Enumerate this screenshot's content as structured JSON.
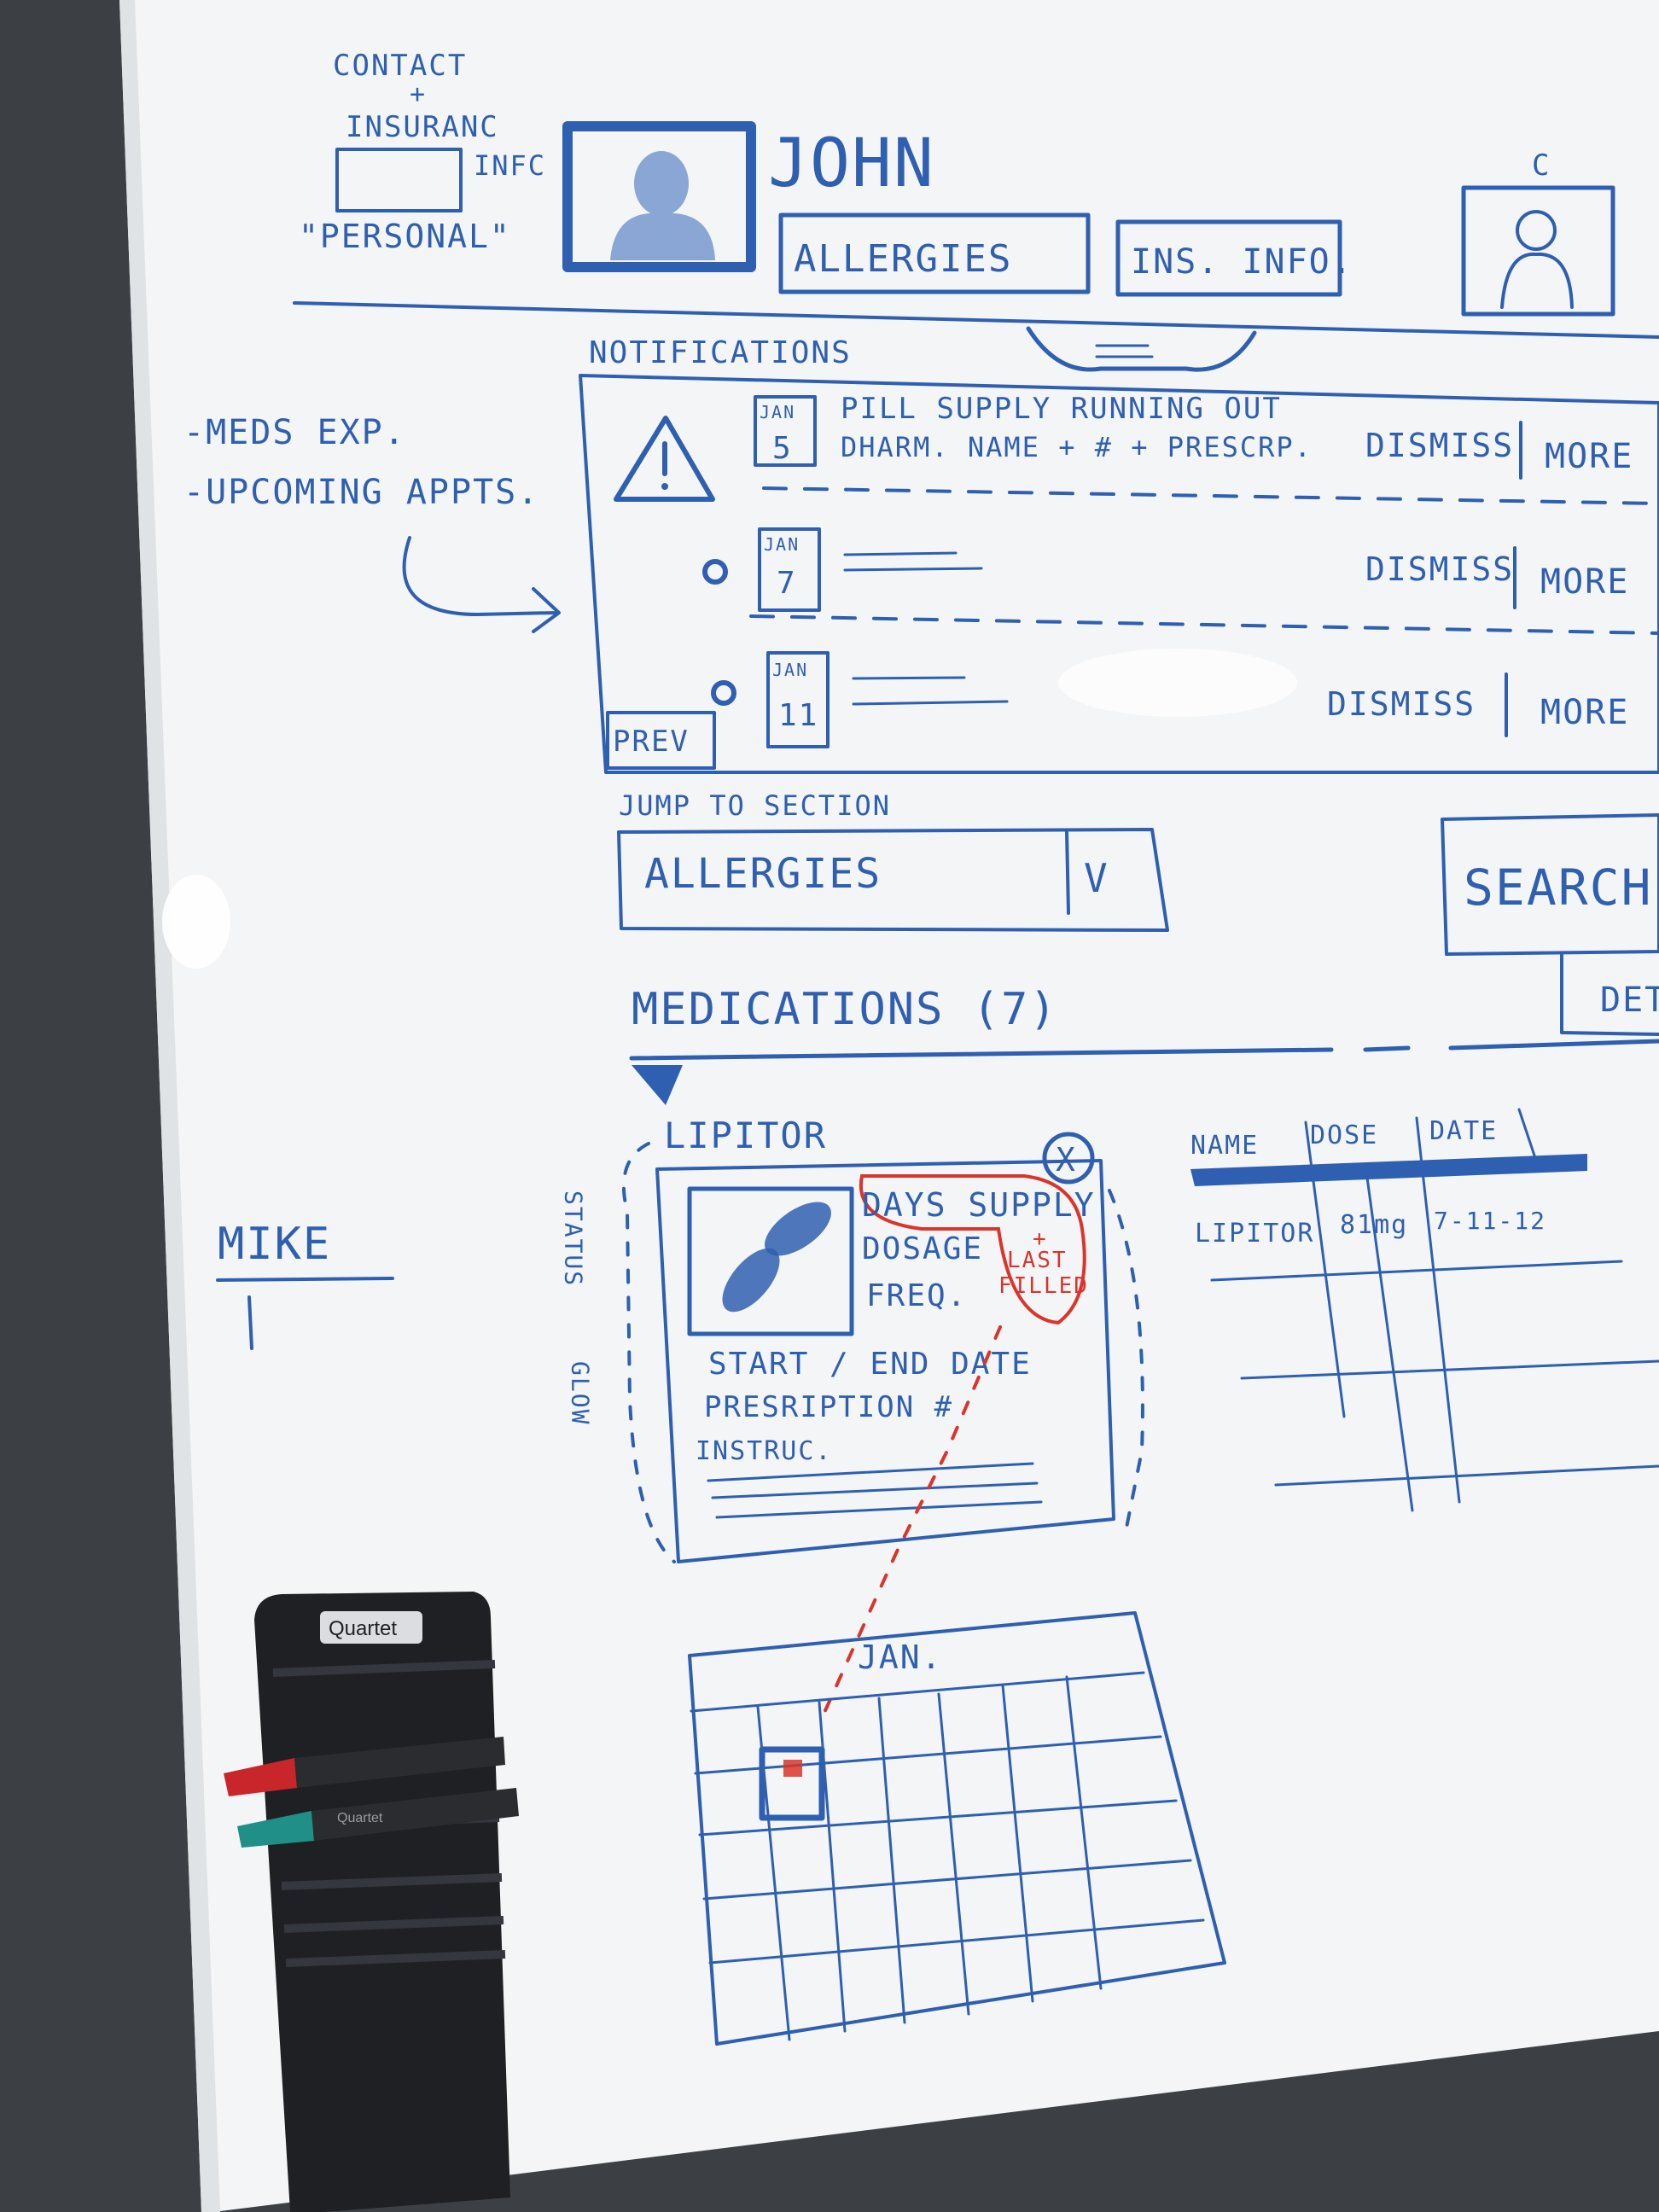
{
  "colors": {
    "board": "#f4f6f7",
    "wall": "#3c3f44",
    "blue_marker": "#2f5fb0",
    "red_marker": "#d9352c",
    "tray": "#1e2024"
  },
  "header": {
    "contact_note_1": "CONTACT",
    "contact_note_2": "+",
    "contact_note_3": "INSURANC",
    "contact_note_4": "INFC",
    "personal": "\"PERSONAL\"",
    "name": "JOHN",
    "allergies_button": "ALLERGIES",
    "ins_button": "INS. INFO.",
    "second_profile_letter": "C"
  },
  "side_notes": {
    "meds_exp": "-MEDS EXP.",
    "upcoming": "-UPCOMING APPTS.",
    "user": "MIKE"
  },
  "notifications": {
    "title": "NOTIFICATIONS",
    "prev_button": "PREV",
    "items": [
      {
        "month": "JAN",
        "day": "5",
        "line1": "PILL SUPPLY RUNNING OUT",
        "line2": "DHARM. NAME + # + PRESCRP.",
        "dismiss": "DISMISS",
        "more": "MORE"
      },
      {
        "month": "JAN",
        "day": "7",
        "dismiss": "DISMISS",
        "more": "MORE"
      },
      {
        "month": "JAN",
        "day": "11",
        "dismiss": "DISMISS",
        "more": "MORE"
      }
    ]
  },
  "jump": {
    "label": "JUMP TO SECTION",
    "selected": "ALLERGIES",
    "chevron": "V",
    "search_button": "SEARCH",
    "partial_button": "DET"
  },
  "medications": {
    "heading": "MEDICATIONS (7)",
    "card": {
      "title": "LIPITOR",
      "close": "X",
      "days_supply": "DAYS SUPPLY",
      "plus": "+",
      "last": "LAST",
      "filled": "FILLED",
      "dosage": "DOSAGE",
      "freq": "FREQ.",
      "start_end": "START / END DATE",
      "prescription": "PRESRIPTION #",
      "instruc": "INSTRUC."
    },
    "side_label_1": "STATUS",
    "side_label_2": "GLOW",
    "table": {
      "headers": [
        "NAME",
        "DOSE",
        "DATE"
      ],
      "rows": [
        [
          "LIPITOR",
          "81mg",
          "7-11-12"
        ]
      ]
    },
    "calendar_month": "JAN."
  },
  "tray": {
    "brand": "Quartet",
    "marker_brand": "Quartet",
    "marker_colors": [
      "#c8262a",
      "#1f8f87"
    ]
  }
}
